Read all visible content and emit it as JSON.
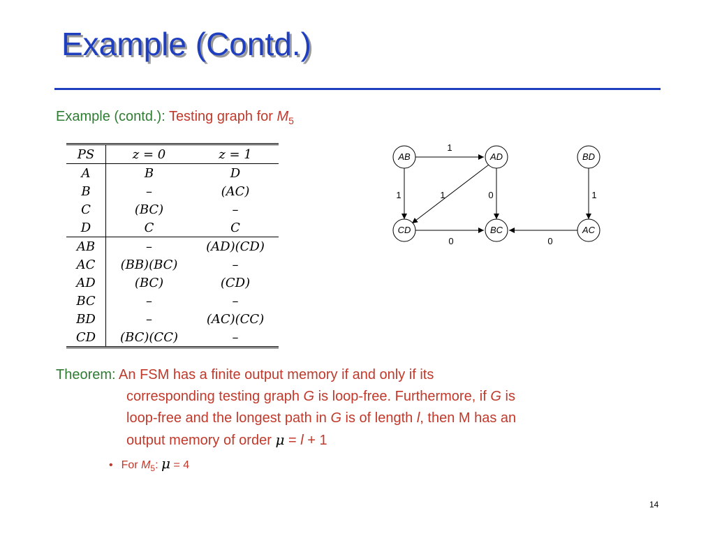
{
  "slide": {
    "title": "Example (Contd.)",
    "page_number": "14"
  },
  "subhead": {
    "prefix": "Example (contd.):",
    "text": "Testing graph for",
    "machine": "M",
    "machine_sub": "5"
  },
  "table": {
    "headers": [
      "PS",
      "z = 0",
      "z = 1"
    ],
    "rows": [
      [
        "A",
        "B",
        "D"
      ],
      [
        "B",
        "–",
        "(AC)"
      ],
      [
        "C",
        "(BC)",
        "–"
      ],
      [
        "D",
        "C",
        "C"
      ],
      [
        "AB",
        "–",
        "(AD)(CD)"
      ],
      [
        "AC",
        "(BB)(BC)",
        "–"
      ],
      [
        "AD",
        "(BC)",
        "(CD)"
      ],
      [
        "BC",
        "–",
        "–"
      ],
      [
        "BD",
        "–",
        "(AC)(CC)"
      ],
      [
        "CD",
        "(BC)(CC)",
        "–"
      ]
    ]
  },
  "graph": {
    "nodes": [
      "AB",
      "AD",
      "BD",
      "CD",
      "BC",
      "AC"
    ],
    "edges": [
      {
        "from": "AB",
        "to": "AD",
        "label": "1"
      },
      {
        "from": "AB",
        "to": "CD",
        "label": "1"
      },
      {
        "from": "AD",
        "to": "CD",
        "label": "1"
      },
      {
        "from": "AD",
        "to": "BC",
        "label": "0"
      },
      {
        "from": "BD",
        "to": "AC",
        "label": "1"
      },
      {
        "from": "CD",
        "to": "BC",
        "label": "0"
      },
      {
        "from": "AC",
        "to": "BC",
        "label": "0"
      }
    ]
  },
  "theorem": {
    "label": "Theorem:",
    "l1": "An FSM has a finite output memory if and only if its",
    "l2a": "corresponding testing graph ",
    "l2g": "G",
    "l2b": " is loop-free.  Furthermore, if ",
    "l2g2": "G",
    "l2c": " is",
    "l3a": "loop-free and the longest path in ",
    "l3g": "G",
    "l3b": " is of length ",
    "l3l": "l",
    "l3c": ", then M has an",
    "l4a": "output memory of order ",
    "mu": "μ",
    "l4b": " = ",
    "l4l": "l",
    "l4c": " + 1"
  },
  "bullet": {
    "text": "For ",
    "machine": "M",
    "machine_sub": "5",
    "colon": ":",
    "mu": "μ",
    "value": " = 4"
  },
  "colors": {
    "title": "#1f3fbf",
    "label_green": "#2e7d32",
    "text_red": "#c0392b"
  }
}
